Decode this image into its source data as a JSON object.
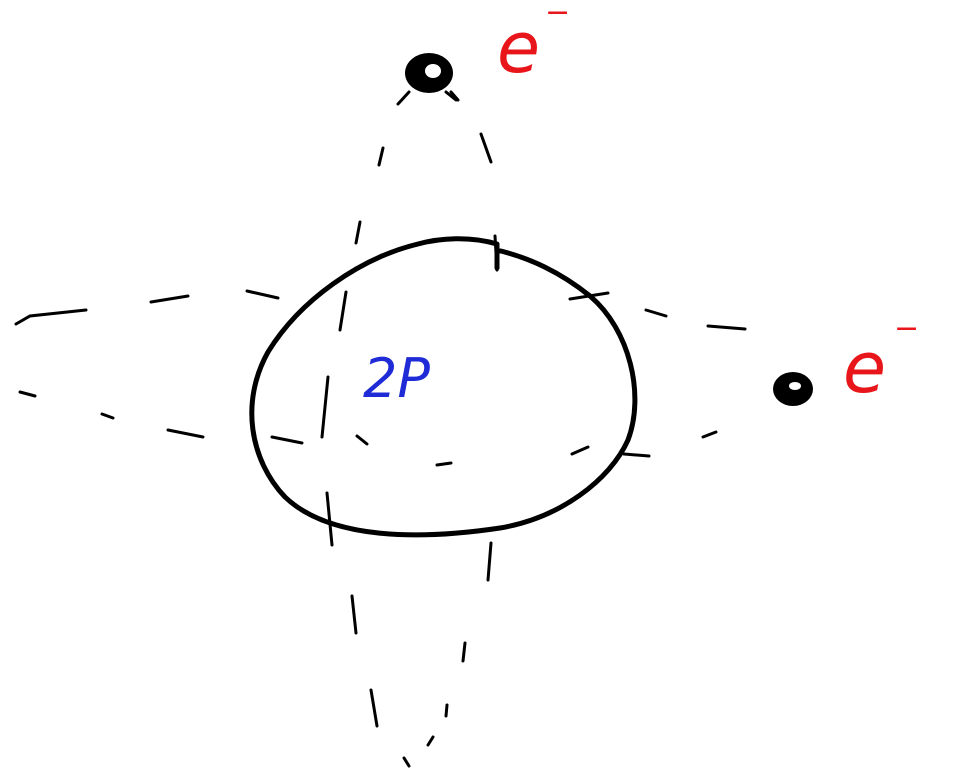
{
  "diagram": {
    "orbital_label": "2P",
    "electron_top_label": "e",
    "electron_right_label": "e",
    "electron_superscript": "−",
    "colors": {
      "ink": "#000000",
      "electron_label": "#e8161a",
      "orbital_label": "#1f2bd6",
      "background": "#ffffff"
    },
    "icons": {
      "electron_top": "electron-dot-icon",
      "electron_right": "electron-dot-icon"
    }
  }
}
